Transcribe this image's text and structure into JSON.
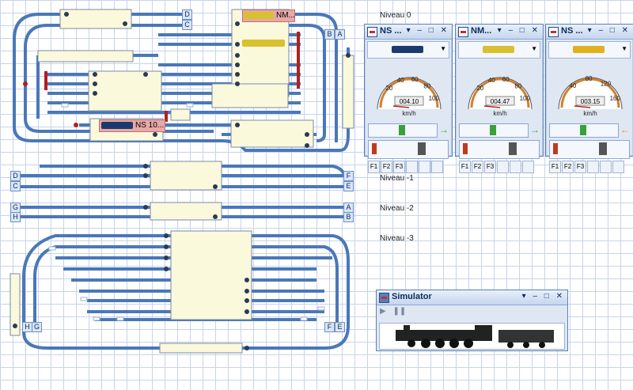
{
  "levels": [
    "Niveau 0",
    "Niveau -1",
    "Niveau -2",
    "Niveau -3"
  ],
  "track_letters": {
    "l0": [
      "D",
      "C",
      "B",
      "A"
    ],
    "l1": [
      "D",
      "C",
      "F",
      "E"
    ],
    "l2": [
      "G",
      "H",
      "A",
      "B"
    ],
    "l3": [
      "H",
      "G",
      "F",
      "E"
    ]
  },
  "block_trains": [
    {
      "label": "NM...",
      "color": "#e0a0a0"
    },
    {
      "label": "NS 10...",
      "color": "#e0a0a0"
    }
  ],
  "throttles": [
    {
      "title": "NS ...",
      "speed": "004.10",
      "max": "100",
      "ticks": [
        "20",
        "40",
        "60",
        "80",
        "100"
      ],
      "unit": "km/h",
      "loco_color": "#1c3a6e",
      "arrow": "→",
      "arrow_color": "#3aa03a"
    },
    {
      "title": "NM...",
      "speed": "004.47",
      "max": "100",
      "ticks": [
        "20",
        "40",
        "60",
        "80",
        "100"
      ],
      "unit": "km/h",
      "loco_color": "#d8c030",
      "arrow": "→",
      "arrow_color": "#3aa03a"
    },
    {
      "title": "NS ...",
      "speed": "003.15",
      "max": "160",
      "ticks": [
        "40",
        "80",
        "120",
        "160"
      ],
      "unit": "km/h",
      "loco_color": "#e0b020",
      "arrow": "←",
      "arrow_color": "#e08a20"
    }
  ],
  "functions": [
    "F1",
    "F2",
    "F3"
  ],
  "simulator": {
    "title": "Simulator"
  },
  "window_buttons": "▾ – □ ✕"
}
